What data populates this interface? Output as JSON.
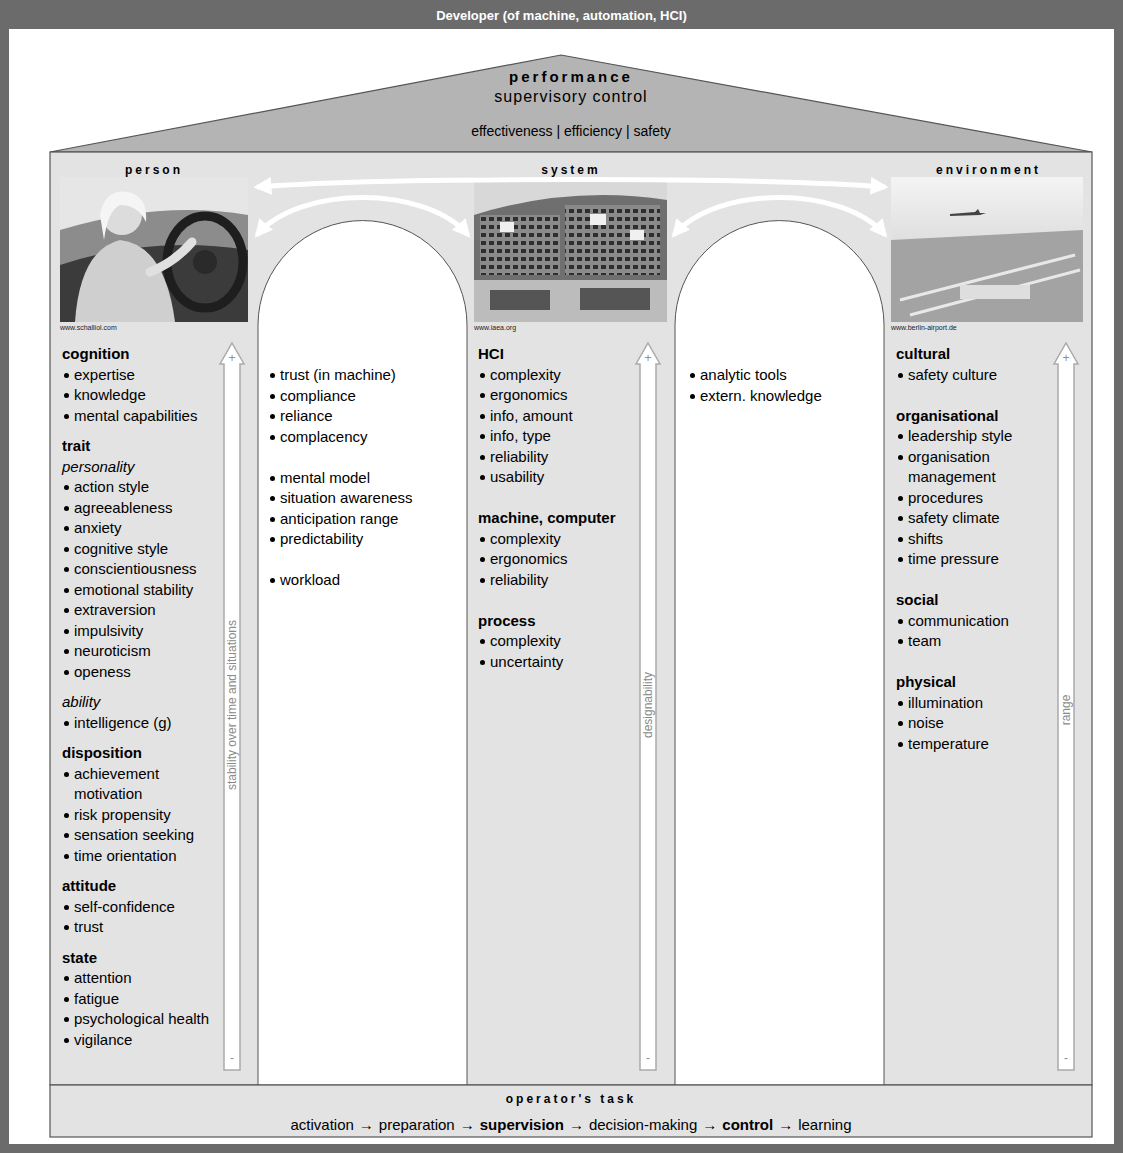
{
  "diagram": {
    "nodes": [
      {
        "text": [
          "Developer (of machine, automation, HCI)"
        ]
      },
      {
        "text": [
          "performance",
          "supervisory control",
          "effectiveness | efficiency | safety"
        ],
        "in": 0
      },
      {
        "text": [
          "person",
          "cognition",
          "expertise",
          "knowledge",
          "mental capabilities",
          "trait",
          "personality",
          "action style",
          "agreeableness",
          "anxiety",
          "cognitive style",
          "conscientiousness",
          "emotional stability",
          "extraversion",
          "impulsivity",
          "neuroticism",
          "openess",
          "ability",
          "intelligence (g)",
          "disposition",
          "achievement motivation",
          "risk propensity",
          "sensation seeking",
          "time orientation",
          "attitude",
          "self-confidence",
          "trust",
          "state",
          "attention",
          "fatigue",
          "psychological health",
          "vigilance"
        ],
        "in": 0
      },
      {
        "text": [
          "trust (in machine)",
          "compliance",
          "reliance",
          "complacency",
          "mental model",
          "situation awareness",
          "anticipation range",
          "predictability",
          "workload"
        ],
        "in": 0
      },
      {
        "text": [
          "system",
          "HCI",
          "complexity",
          "ergonomics",
          "info, amount",
          "info, type",
          "reliability",
          "usability",
          "machine, computer",
          "complexity",
          "ergonomics",
          "reliability",
          "process",
          "complexity",
          "uncertainty"
        ],
        "in": 0
      },
      {
        "text": [
          "analytic tools",
          "extern. knowledge"
        ],
        "in": 0
      },
      {
        "text": [
          "environment",
          "cultural",
          "safety culture",
          "organisational",
          "leadership style",
          "organisation management",
          "procedures",
          "safety climate",
          "shifts",
          "time pressure",
          "social",
          "communication",
          "team",
          "physical",
          "illumination",
          "noise",
          "temperature"
        ],
        "in": 0
      },
      {
        "text": [
          "operator's task",
          "activation",
          "→",
          "preparation",
          "→",
          "supervision",
          "→",
          "decision-making",
          "→",
          "control",
          "→",
          "learning"
        ],
        "in": 0
      }
    ],
    "edges": [
      {
        "from": 2,
        "to": 4,
        "arrow": "both"
      },
      {
        "from": 4,
        "to": 6,
        "arrow": "both"
      },
      {
        "from": 2,
        "to": 6,
        "arrow": "both"
      }
    ],
    "labels": [
      "www.schalliol.com",
      "www.iaea.org",
      "www.berlin-airport.de",
      "+",
      "stability over time and situations",
      "-",
      "+",
      "designability",
      "-",
      "+",
      "range",
      "-"
    ]
  }
}
